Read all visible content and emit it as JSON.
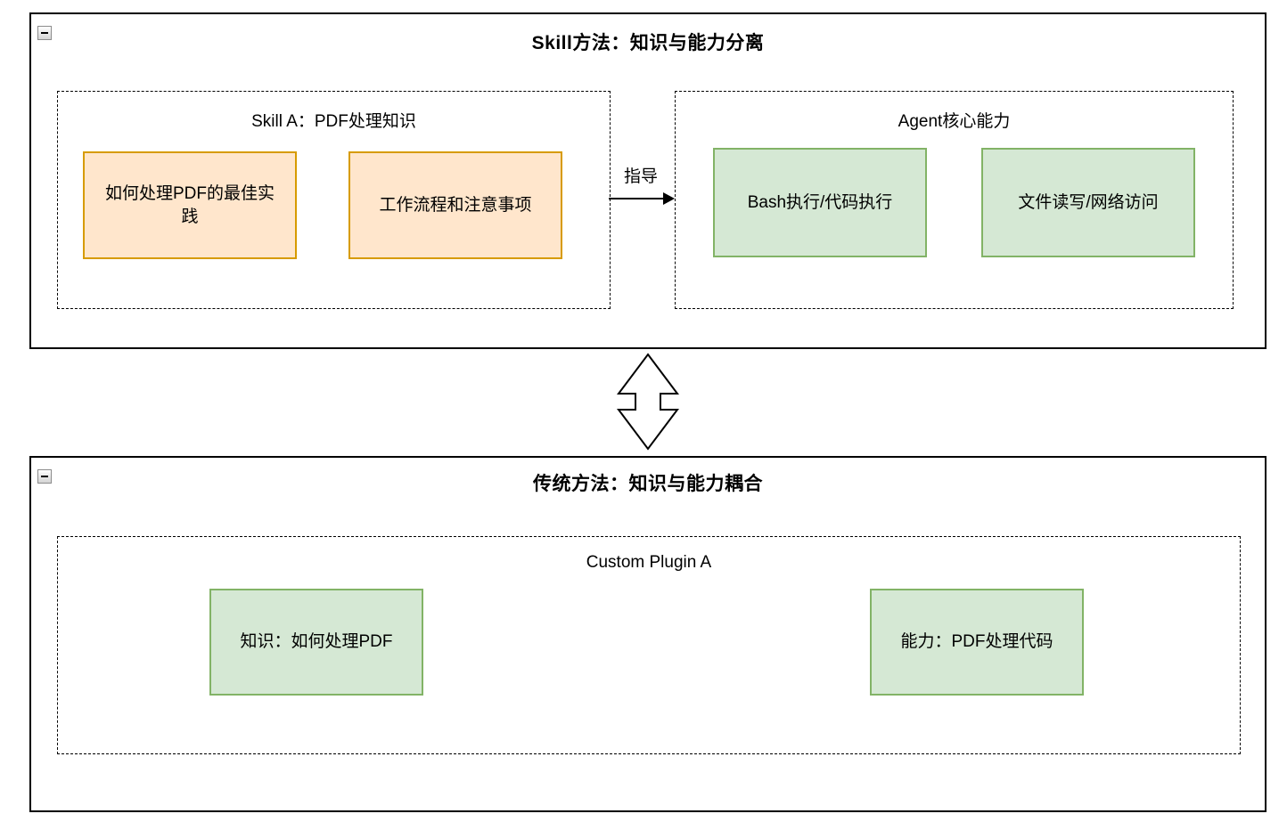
{
  "colors": {
    "canvas_bg": "#FFFFFF",
    "line": "#000000",
    "knowledge_fill": "#FFE6CC",
    "knowledge_border": "#D79B00",
    "capability_fill": "#D5E8D4",
    "capability_border": "#82B366"
  },
  "top_section": {
    "title": "Skill方法：知识与能力分离",
    "skill_group": {
      "title": "Skill A：PDF处理知识",
      "boxes": [
        "如何处理PDF的最佳实践",
        "工作流程和注意事项"
      ]
    },
    "arrow_label": "指导",
    "agent_group": {
      "title": "Agent核心能力",
      "boxes": [
        "Bash执行/代码执行",
        "文件读写/网络访问"
      ]
    }
  },
  "bottom_section": {
    "title": "传统方法：知识与能力耦合",
    "plugin_group": {
      "title": "Custom Plugin A",
      "boxes": [
        "知识：如何处理PDF",
        "能力：PDF处理代码"
      ]
    }
  }
}
